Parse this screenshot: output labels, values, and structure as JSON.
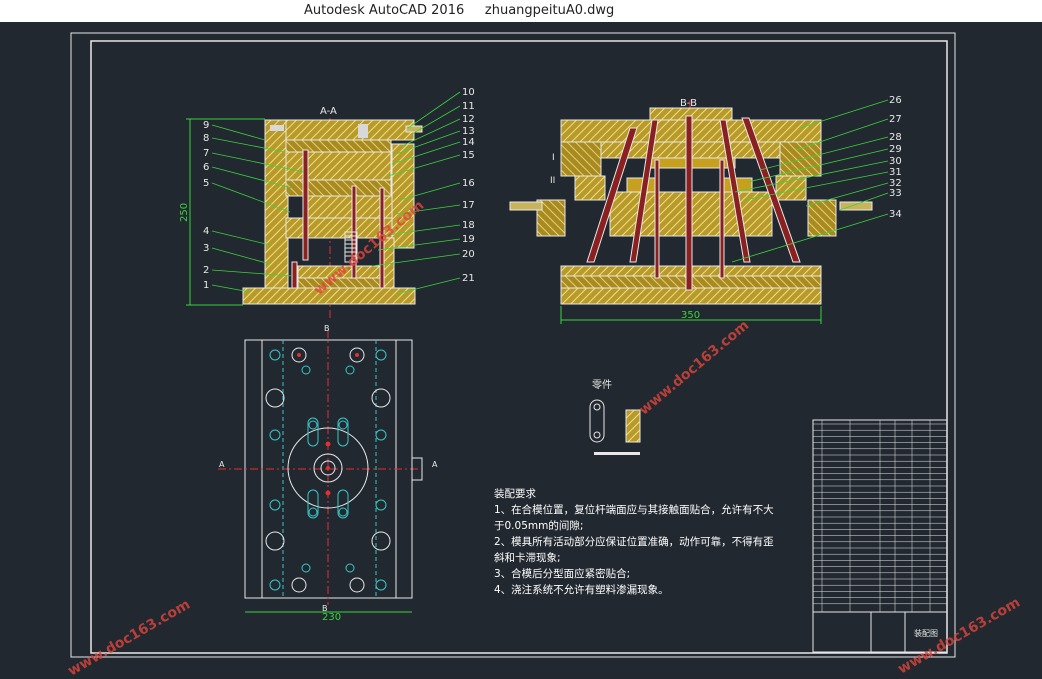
{
  "titlebar": {
    "title": "Autodesk AutoCAD 2016     zhuangpeituA0.dwg"
  },
  "views": {
    "aa_label": "A-A",
    "bb_label": "B-B",
    "aa_dim_height": "250",
    "bb_dim_width": "350",
    "plan_dim_width": "230",
    "plan_b_label": "B",
    "plan_a_label": "A",
    "roman_1": "I",
    "roman_2": "II"
  },
  "left_callouts": [
    "9",
    "8",
    "7",
    "6",
    "5",
    "4",
    "3",
    "2",
    "1"
  ],
  "mid_callouts": [
    "10",
    "11",
    "12",
    "13",
    "14",
    "15",
    "16",
    "17",
    "18",
    "19",
    "20",
    "21"
  ],
  "right_callouts": [
    "26",
    "27",
    "28",
    "29",
    "30",
    "31",
    "32",
    "33",
    "34"
  ],
  "part": {
    "label": "零件"
  },
  "requirements": {
    "title": "装配要求",
    "items": [
      "1、在合模位置，复位杆端面应与其接触面贴合，允许有不大",
      "于0.05mm的间隙;",
      "2、模具所有活动部分应保证位置准确，动作可靠，不得有歪",
      "斜和卡滞现象;",
      "3、合模后分型面应紧密贴合;",
      "4、浇注系统不允许有塑料渗漏现象。"
    ]
  },
  "title_block": {
    "name": "装配图"
  },
  "watermarks": [
    "www.doc163.com",
    "www.doc163.com",
    "www.doc163.com",
    "www.doc163.com"
  ],
  "colors": {
    "background": "#212830",
    "hatch": "#c8b45a",
    "center_line": "#e03030",
    "dimension": "#3cd23c",
    "part_outline": "#e8e8e8",
    "holes": "#3ac8c8"
  }
}
